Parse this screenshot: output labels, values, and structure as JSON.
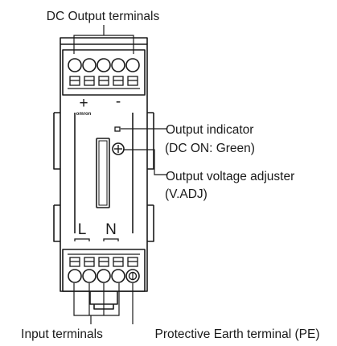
{
  "labels": {
    "dc_output_terminals": "DC Output terminals",
    "output_indicator_line1": "Output indicator",
    "output_indicator_line2": "(DC ON: Green)",
    "output_voltage_adjuster_line1": "Output voltage adjuster",
    "output_voltage_adjuster_line2": "(V.ADJ)",
    "input_terminals": "Input terminals",
    "protective_earth_terminal": "Protective Earth terminal (PE)"
  },
  "device": {
    "brand": "omron",
    "plus_symbol": "+",
    "minus_symbol": "-",
    "l_symbol": "L",
    "n_symbol": "N"
  },
  "colors": {
    "line": "#1a1a1a",
    "background": "#ffffff"
  }
}
